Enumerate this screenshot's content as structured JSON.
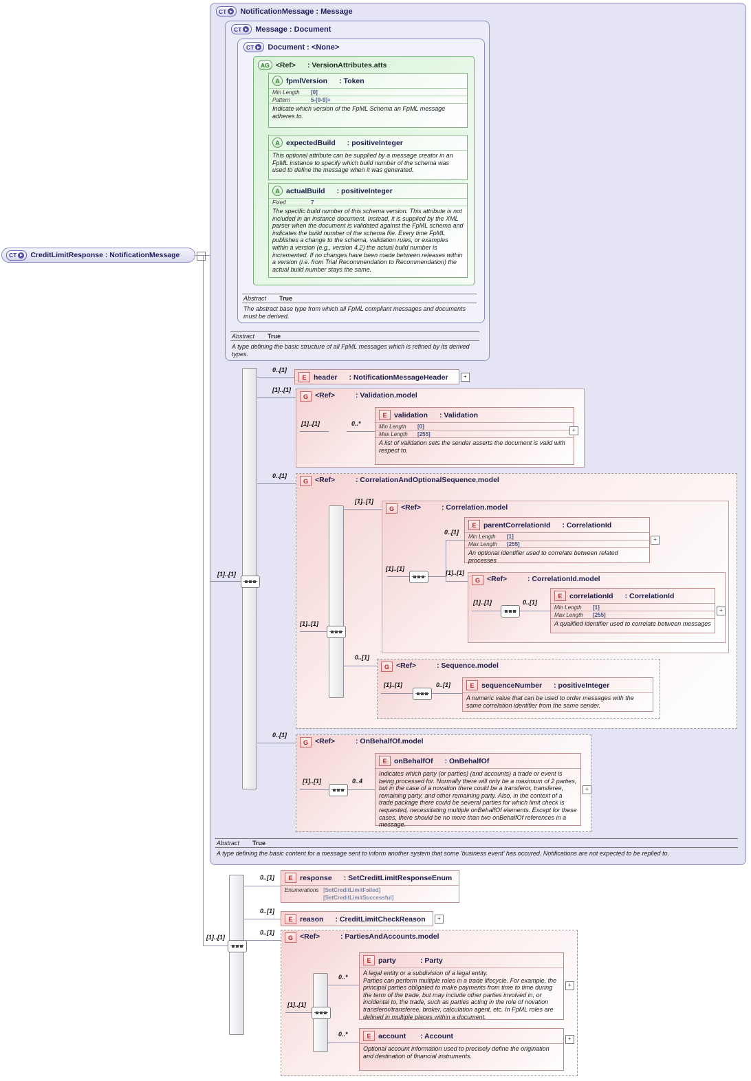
{
  "handles": {
    "expand": "+",
    "collapse": "−"
  },
  "root": {
    "badge": "CT",
    "label": "CreditLimitResponse : NotificationMessage"
  },
  "notification_message": {
    "badge": "CT",
    "title": "NotificationMessage : Message",
    "abstract_label": "Abstract",
    "abstract_value": "True",
    "description": "A type defining the basic content for a message sent to inform another system that some 'business event' has occured. Notifications are not expected to be replied to.",
    "content_card": "[1]..[1]"
  },
  "message": {
    "badge": "CT",
    "title": "Message : Document",
    "abstract_label": "Abstract",
    "abstract_value": "True",
    "description": "A type defining the basic structure of all FpML messages which is refined by its derived types."
  },
  "document": {
    "badge": "CT",
    "title": "Document : <None>",
    "abstract_label": "Abstract",
    "abstract_value": "True",
    "description": "The abstract base type from which all FpML compliant messages and documents must be derived."
  },
  "version_attributes": {
    "badge": "AG",
    "name": "<Ref>",
    "type": ": VersionAttributes.atts"
  },
  "fpml_version": {
    "badge": "A",
    "name": "fpmlVersion",
    "type": ": Token",
    "facets": [
      {
        "label": "Min Length",
        "value": "[0]"
      },
      {
        "label": "Pattern",
        "value": "5-[0-9]+"
      }
    ],
    "description": "Indicate which version of the FpML Schema an FpML message adheres to."
  },
  "expected_build": {
    "badge": "A",
    "name": "expectedBuild",
    "type": ": positiveInteger",
    "description": "This optional attribute can be supplied by a message creator in an FpML instance to specify which build number of the schema was used to define the message when it was generated."
  },
  "actual_build": {
    "badge": "A",
    "name": "actualBuild",
    "type": ": positiveInteger",
    "facets": [
      {
        "label": "Fixed",
        "value": "7"
      }
    ],
    "description": "The specific build number of this schema version. This attribute is not included in an instance document. Instead, it is supplied by the XML parser when the document is validated against the FpML schema and indicates the build number of the schema file. Every time FpML publishes a change to the schema, validation rules, or examples within a version (e.g., version 4.2) the actual build number is incremented. If no changes have been made between releases within a version (i.e. from Trial Recommendation to Recommendation) the actual build number stays the same."
  },
  "header": {
    "badge": "E",
    "card": "0..[1]",
    "name": "header",
    "type": ": NotificationMessageHeader"
  },
  "validation_group": {
    "badge": "G",
    "card": "[1]..[1]",
    "name": "<Ref>",
    "type": ": Validation.model",
    "inner_card": "[1]..[1]",
    "child_card": "0..*"
  },
  "validation": {
    "badge": "E",
    "name": "validation",
    "type": ": Validation",
    "facets": [
      {
        "label": "Min Length",
        "value": "[0]"
      },
      {
        "label": "Max Length",
        "value": "[255]"
      }
    ],
    "description": "A list of validation sets the sender asserts the document is valid with respect to."
  },
  "correlation_optional_sequence_group": {
    "badge": "G",
    "card": "0..[1]",
    "name": "<Ref>",
    "type": ": CorrelationAndOptionalSequence.model",
    "inner_card": "[1]..[1]"
  },
  "correlation_group": {
    "badge": "G",
    "card": "[1]..[1]",
    "name": "<Ref>",
    "type": ": Correlation.model",
    "inner_card": "[1]..[1]"
  },
  "parent_correlation_id": {
    "badge": "E",
    "card": "0..[1]",
    "name": "parentCorrelationId",
    "type": ": CorrelationId",
    "facets": [
      {
        "label": "Min Length",
        "value": "[1]"
      },
      {
        "label": "Max Length",
        "value": "[255]"
      }
    ],
    "description": "An optional identifier used to correlate between related processes"
  },
  "correlation_id_group": {
    "badge": "G",
    "card": "[1]..[1]",
    "name": "<Ref>",
    "type": ": CorrelationId.model",
    "inner_card": "[1]..[1]",
    "child_card": "0..[1]"
  },
  "correlation_id": {
    "badge": "E",
    "name": "correlationId",
    "type": ": CorrelationId",
    "facets": [
      {
        "label": "Min Length",
        "value": "[1]"
      },
      {
        "label": "Max Length",
        "value": "[255]"
      }
    ],
    "description": "A qualified identifier used to correlate between messages"
  },
  "sequence_group": {
    "badge": "G",
    "card": "0..[1]",
    "name": "<Ref>",
    "type": ": Sequence.model",
    "inner_card": "[1]..[1]",
    "child_card": "0..[1]"
  },
  "sequence_number": {
    "badge": "E",
    "name": "sequenceNumber",
    "type": ": positiveInteger",
    "description": "A numeric value that can be used to order messages with the same correlation identifier from the same sender."
  },
  "on_behalf_of_group": {
    "badge": "G",
    "card": "0..[1]",
    "name": "<Ref>",
    "type": ": OnBehalfOf.model",
    "inner_card": "[1]..[1]",
    "child_card": "0..4"
  },
  "on_behalf_of": {
    "badge": "E",
    "name": "onBehalfOf",
    "type": ": OnBehalfOf",
    "description": "Indicates which party (or parties) (and accounts) a trade or event is being processed for. Normally there will only be a maximum of 2 parties, but in the case of a novation there could be a transferor, transferee, remaining party, and other remaining party. Also, in the context of a trade package there could be several parties for which limit check is requested, necessitating multiple onBehalfOf elements. Except for these cases, there should be no more than two onBehalfOf references in a message."
  },
  "bottom_sequence": {
    "card": "[1]..[1]"
  },
  "response": {
    "badge": "E",
    "card": "0..[1]",
    "name": "response",
    "type": ": SetCreditLimitResponseEnum",
    "enum_label": "Enumerations",
    "enum_values": [
      "[SetCreditLimitFailed]",
      "[SetCreditLimitSuccessful]"
    ]
  },
  "reason": {
    "badge": "E",
    "card": "0..[1]",
    "name": "reason",
    "type": ": CreditLimitCheckReason"
  },
  "parties_accounts_group": {
    "badge": "G",
    "card": "0..[1]",
    "name": "<Ref>",
    "type": ": PartiesAndAccounts.model",
    "inner_card": "[1]..[1]"
  },
  "party": {
    "badge": "E",
    "card": "0..*",
    "name": "party",
    "type": ": Party",
    "description_line1": "A legal entity or a subdivision of a legal entity.",
    "description_line2": "Parties can perform multiple roles in a trade lifecycle. For example, the principal parties obligated to make payments from time to time during the term of the trade, but may include other parties involved in, or incidental to, the trade, such as parties acting in the role of novation transferor/transferee, broker, calculation agent, etc. In FpML roles are defined in multiple places within a document."
  },
  "account": {
    "badge": "E",
    "card": "0..*",
    "name": "account",
    "type": ": Account",
    "description": "Optional account information used to precisely define the origination and destination of financial instruments."
  }
}
